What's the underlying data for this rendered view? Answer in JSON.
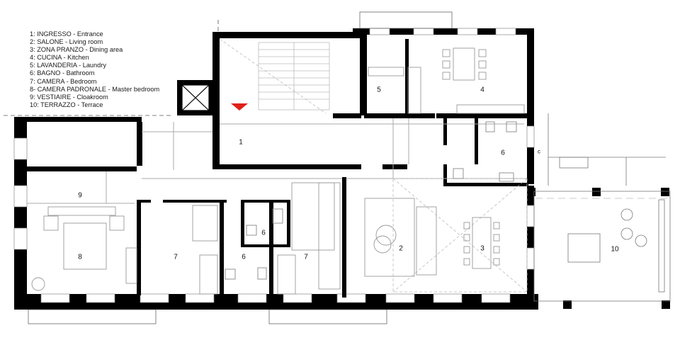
{
  "legend": [
    "1: INGRESSO - Entrance",
    "2: SALONE - Living room",
    "3: ZONA PRANZO - Dining area",
    "4: CUCINA - Kitchen",
    "5: LAVANDERIA - Laundry",
    "6: BAGNO - Bathroom",
    "7: CAMERA - Bedroom",
    "8- CAMERA PADRONALE - Master bedroom",
    "9: VESTIAIRE - Cloakroom",
    "10: TERRAZZO - Terrace"
  ],
  "room_labels": {
    "r1": "1",
    "r2": "2",
    "r3": "3",
    "r4": "4",
    "r5": "5",
    "r6a": "6",
    "r6b": "6",
    "r6c": "6",
    "r7a": "7",
    "r7b": "7",
    "r8": "8",
    "r9": "9",
    "r10": "10",
    "c": "c"
  },
  "colors": {
    "wall": "#000000",
    "line": "#555555",
    "light": "#bbbbbb",
    "entry_marker": "#e0201b"
  }
}
